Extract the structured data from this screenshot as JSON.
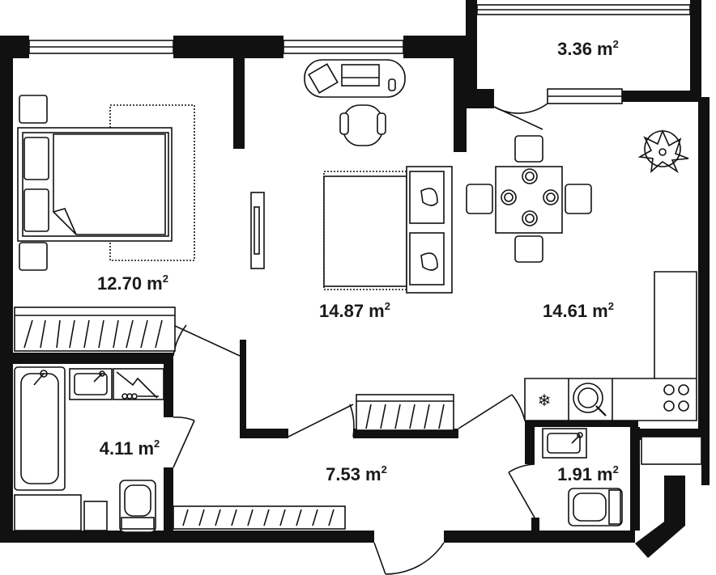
{
  "rooms": [
    {
      "id": "bedroom-1",
      "area": "12.70 m",
      "sup": "2"
    },
    {
      "id": "bedroom-2",
      "area": "14.87 m",
      "sup": "2"
    },
    {
      "id": "kitchen-living",
      "area": "14.61 m",
      "sup": "2"
    },
    {
      "id": "balcony",
      "area": "3.36 m",
      "sup": "2"
    },
    {
      "id": "bathroom",
      "area": "4.11 m",
      "sup": "2"
    },
    {
      "id": "hallway",
      "area": "7.53 m",
      "sup": "2"
    },
    {
      "id": "toilet",
      "area": "1.91 m",
      "sup": "2"
    }
  ]
}
